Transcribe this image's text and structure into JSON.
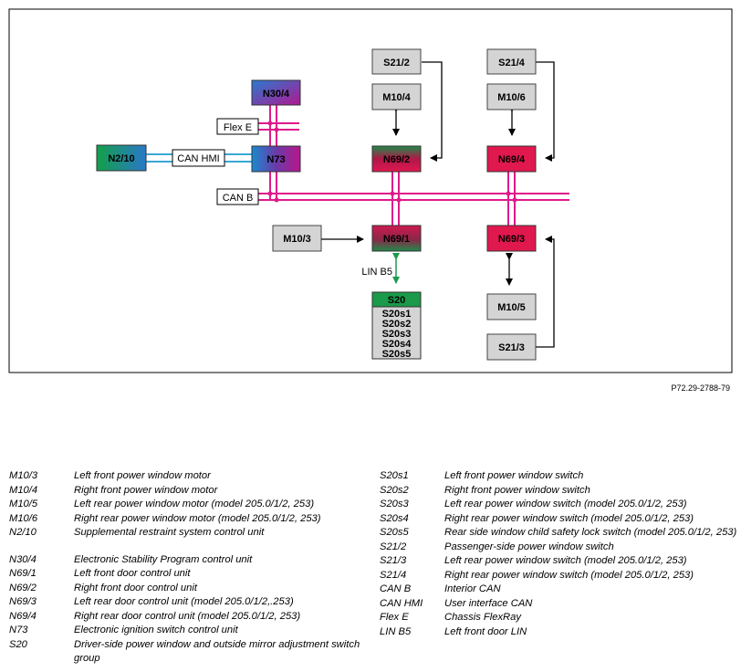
{
  "diagram": {
    "figure_code": "P72.29-2788-79",
    "boxes": {
      "n30_4": "N30/4",
      "flex_e": "Flex E",
      "n2_10": "N2/10",
      "can_hmi": "CAN HMI",
      "n73": "N73",
      "can_b": "CAN B",
      "s21_2": "S21/2",
      "m10_4": "M10/4",
      "n69_2": "N69/2",
      "s21_4": "S21/4",
      "m10_6": "M10/6",
      "n69_4": "N69/4",
      "m10_3": "M10/3",
      "n69_1": "N69/1",
      "n69_3": "N69/3",
      "lin_b5": "LIN B5",
      "s20": "S20",
      "s20_switches": [
        "S20s1",
        "S20s2",
        "S20s3",
        "S20s4",
        "S20s5"
      ],
      "m10_5": "M10/5",
      "s21_3": "S21/3"
    },
    "colors": {
      "bus_pink": "#e0198a",
      "can_hmi_blue": "#38a8d8",
      "lin_green": "#1a9a4a",
      "grey_box": "#d4d4d4",
      "control_red": "#e0184e"
    }
  },
  "legend": {
    "left": [
      {
        "code": "M10/3",
        "text": "Left front power window motor"
      },
      {
        "code": "M10/4",
        "text": "Right front power window motor"
      },
      {
        "code": "M10/5",
        "text": "Left rear power window motor (model 205.0/1/2, 253)"
      },
      {
        "code": "M10/6",
        "text": "Right rear power window motor (model 205.0/1/2, 253)"
      },
      {
        "code": "N2/10",
        "text": "Supplemental restraint system control unit"
      },
      {
        "code": "N30/4",
        "text": "Electronic Stability Program control unit"
      },
      {
        "code": "N69/1",
        "text": "Left front door control unit"
      },
      {
        "code": "N69/2",
        "text": "Right front door control unit"
      },
      {
        "code": "N69/3",
        "text": "Left rear door control unit (model 205.0/1/2,.253)"
      },
      {
        "code": "N69/4",
        "text": "Right rear door control unit (model 205.0/1/2, 253)"
      },
      {
        "code": "N73",
        "text": "Electronic ignition switch control unit"
      },
      {
        "code": "S20",
        "text": "Driver-side power window and outside mirror adjustment switch group"
      }
    ],
    "right": [
      {
        "code": "S20s1",
        "text": "Left front power window switch"
      },
      {
        "code": "S20s2",
        "text": "Right front power window switch"
      },
      {
        "code": "S20s3",
        "text": "Left rear power window switch (model 205.0/1/2, 253)"
      },
      {
        "code": "S20s4",
        "text": "Right rear power window switch (model 205.0/1/2, 253)"
      },
      {
        "code": "S20s5",
        "text": "Rear side window child safety lock switch (model 205.0/1/2, 253)"
      },
      {
        "code": "S21/2",
        "text": "Passenger-side power window switch"
      },
      {
        "code": "S21/3",
        "text": "Left rear power window switch (model 205.0/1/2, 253)"
      },
      {
        "code": "S21/4",
        "text": "Right rear power window switch (model 205.0/1/2, 253)"
      },
      {
        "code": "CAN B",
        "text": "Interior CAN"
      },
      {
        "code": "CAN HMI",
        "text": "User interface CAN"
      },
      {
        "code": "Flex E",
        "text": "Chassis FlexRay"
      },
      {
        "code": "LIN B5",
        "text": "Left front door LIN"
      }
    ]
  }
}
